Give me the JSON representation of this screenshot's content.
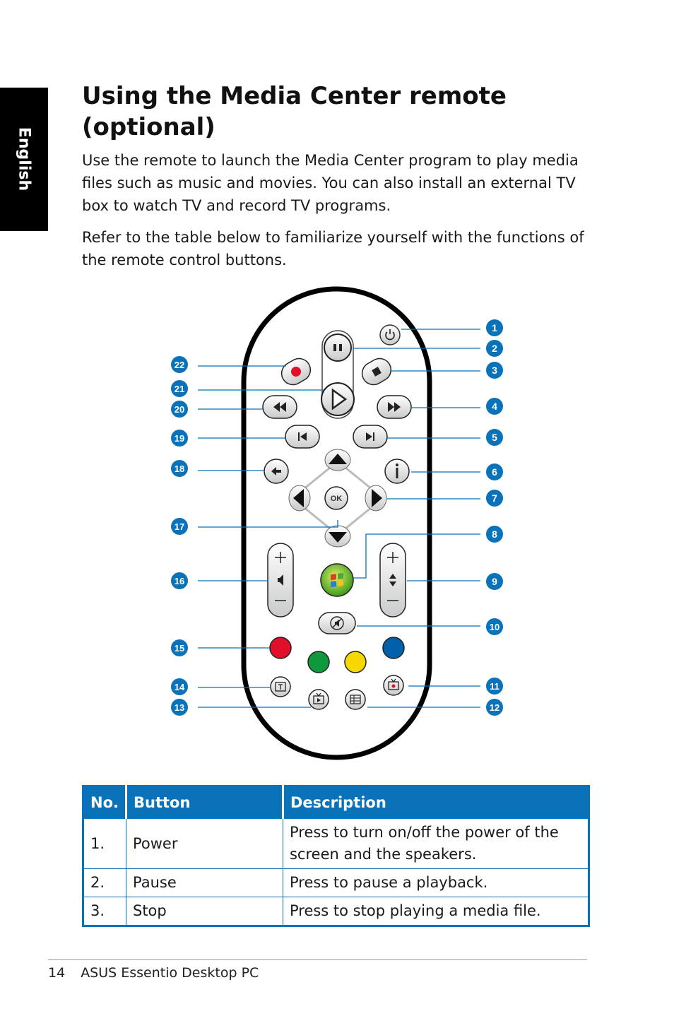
{
  "sidebar_tab": "English",
  "title": "Using the Media Center remote (optional)",
  "paragraphs": [
    "Use the remote to launch the Media Center program to play media files such as music and movies. You can also install an external TV box to watch TV and record TV programs.",
    "Refer to the table below to familiarize yourself with the functions of the remote control buttons."
  ],
  "figure": {
    "ok_label": "OK",
    "callouts": [
      "1",
      "2",
      "3",
      "4",
      "5",
      "6",
      "7",
      "8",
      "9",
      "10",
      "11",
      "12",
      "13",
      "14",
      "15",
      "16",
      "17",
      "18",
      "19",
      "20",
      "21",
      "22"
    ],
    "colors": {
      "callout": "#0a72b8",
      "record": "#e0102a",
      "red": "#e0102a",
      "green": "#0e9a3c",
      "yellow": "#f6d800",
      "blue": "#0060aa"
    }
  },
  "table": {
    "headers": [
      "No.",
      "Button",
      "Description"
    ],
    "rows": [
      [
        "1.",
        "Power",
        "Press to turn on/off the power of the screen and the speakers."
      ],
      [
        "2.",
        "Pause",
        "Press to pause a playback."
      ],
      [
        "3.",
        "Stop",
        "Press to stop playing a media file."
      ]
    ],
    "header_color": "#0a72b8"
  },
  "footer": {
    "page_number": "14",
    "product": "ASUS Essentio Desktop PC"
  }
}
